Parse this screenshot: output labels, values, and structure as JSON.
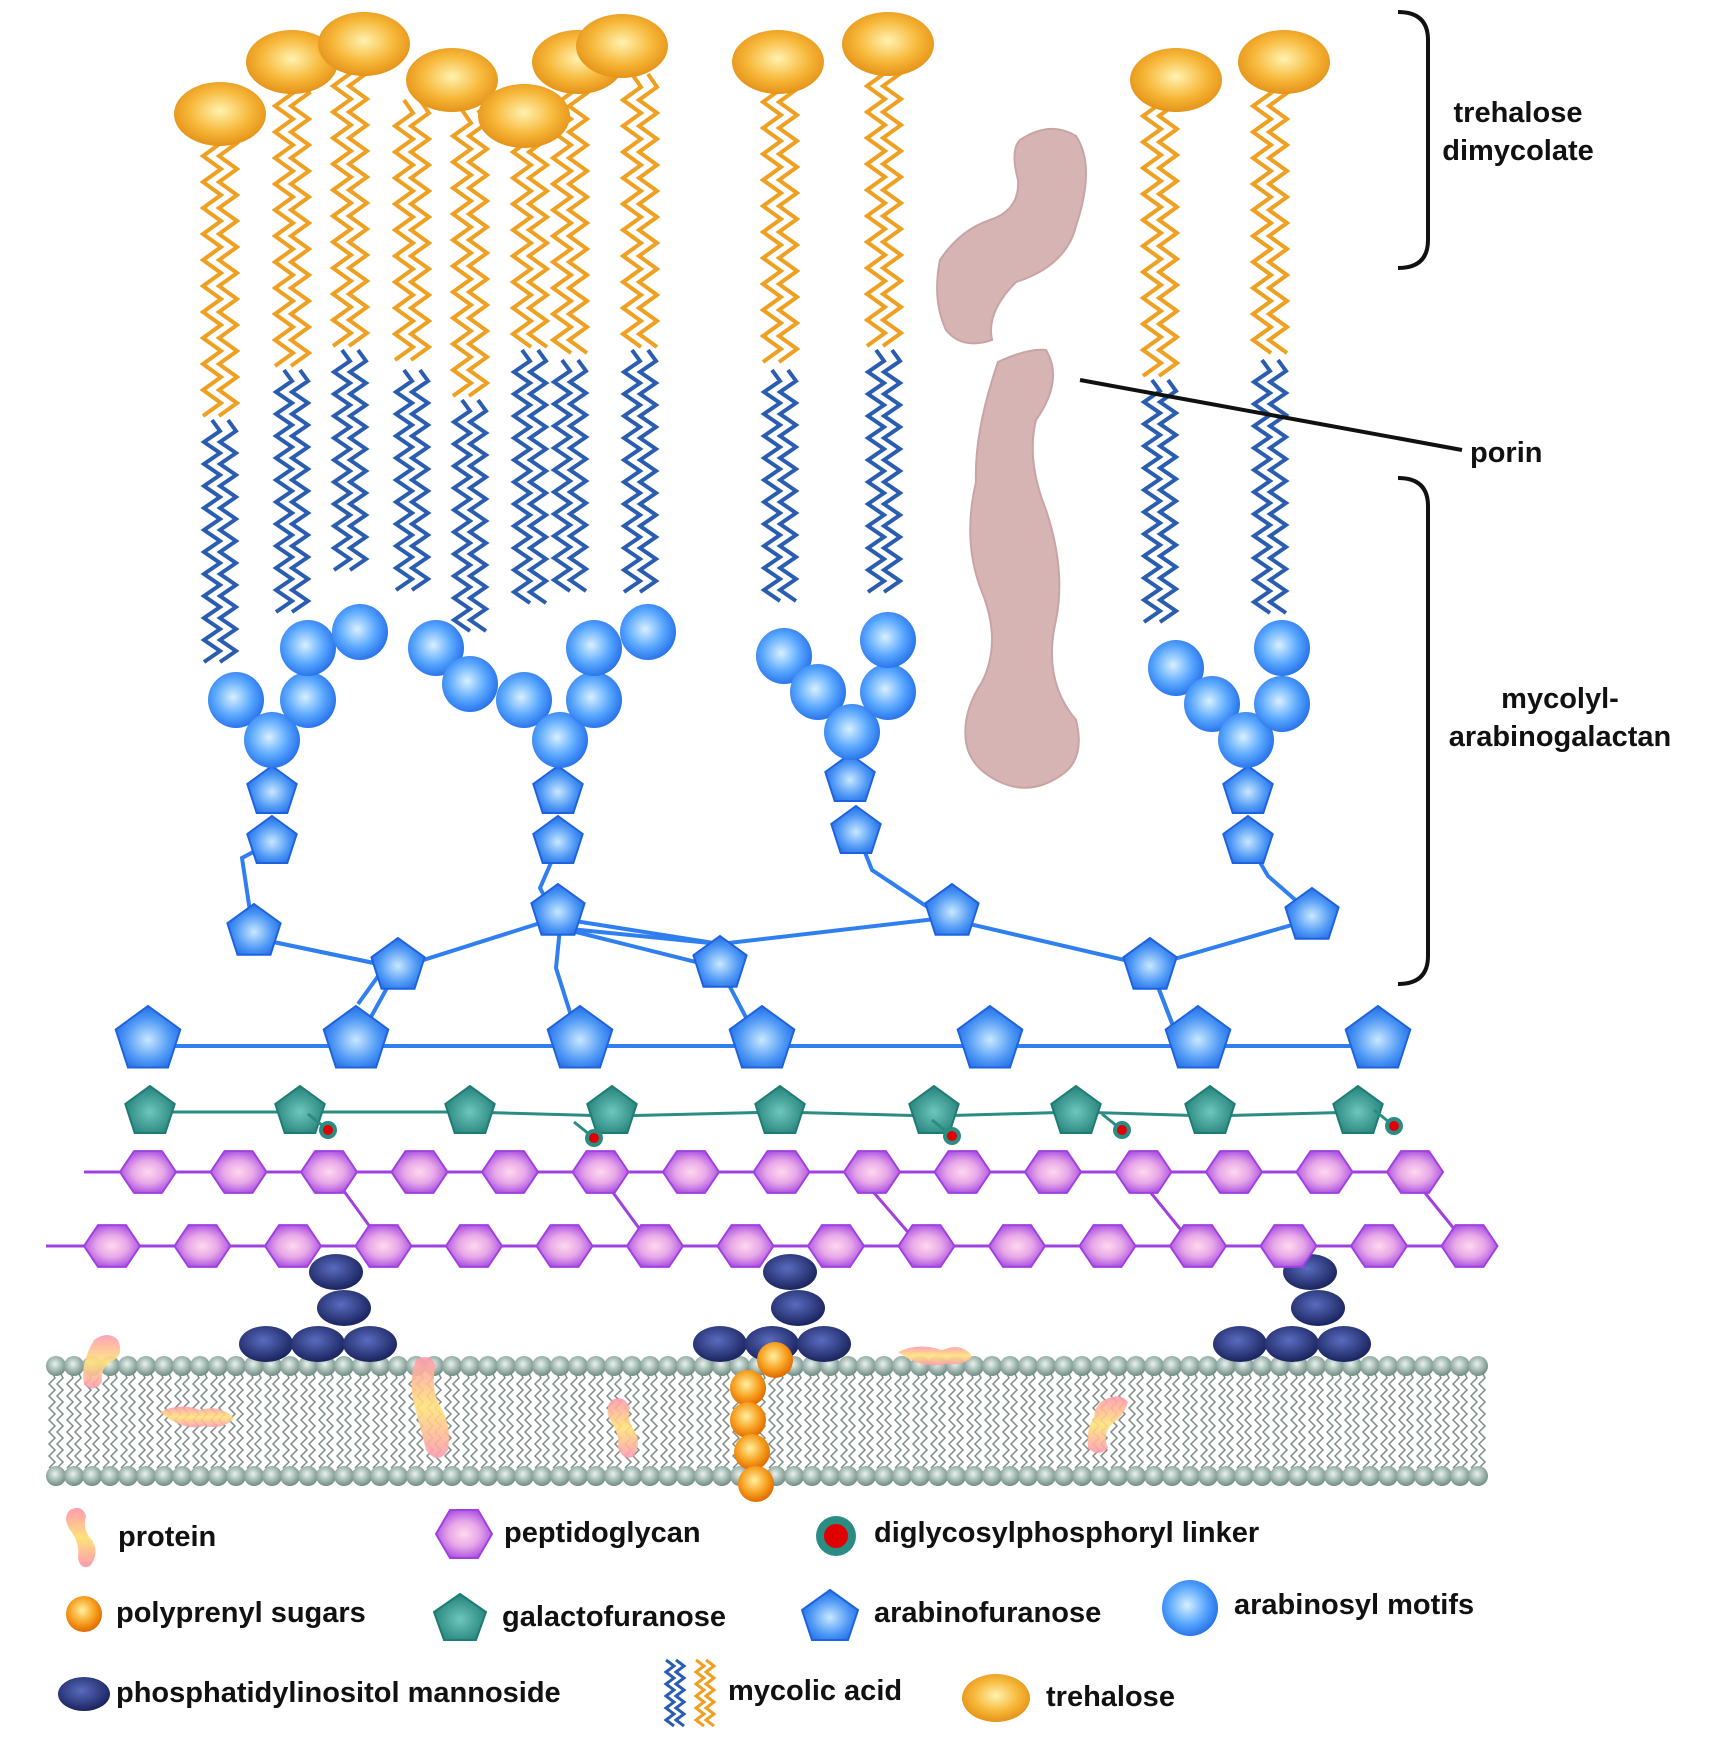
{
  "colors": {
    "trehalose": "#f5a623",
    "mycolic_orange": "#f0a020",
    "mycolic_blue": "#2a5db0",
    "arabinose": "#2f7ff0",
    "arabinose_light": "#a9d3ff",
    "galactose": "#2a9188",
    "peptidoglycan": "#a040e0",
    "peptidoglycan_light": "#ffc8e8",
    "pim": "#1d2a6b",
    "porin": "#d7b4b4",
    "linker": "#2a8c82",
    "linker_dot": "#e00000",
    "membrane_head": "#8fa8a0"
  },
  "labels": {
    "trehalose_dimycolate": [
      "trehalose",
      "dimycolate"
    ],
    "porin": "porin",
    "mycolyl_arabinogalactan": [
      "mycolyl-",
      "arabinogalactan"
    ]
  },
  "legend": [
    {
      "key": "protein",
      "icon": "protein-icon",
      "label": "protein"
    },
    {
      "key": "peptidoglycan",
      "icon": "hexagon-icon",
      "label": "peptidoglycan"
    },
    {
      "key": "linker",
      "icon": "linker-dot-icon",
      "label": "diglycosylphosphoryl linker"
    },
    {
      "key": "polyprenyl",
      "icon": "orange-ball-icon",
      "label": "polyprenyl sugars"
    },
    {
      "key": "galactofuranose",
      "icon": "teal-pentagon-icon",
      "label": "galactofuranose"
    },
    {
      "key": "arabinofuranose",
      "icon": "blue-pentagon-icon",
      "label": "arabinofuranose"
    },
    {
      "key": "arabinosyl",
      "icon": "blue-sphere-icon",
      "label": "arabinosyl motifs"
    },
    {
      "key": "pim",
      "icon": "dark-ellipse-icon",
      "label": "phosphatidylinositol mannoside"
    },
    {
      "key": "mycolic",
      "icon": "wavy-lines-icon",
      "label": "mycolic acid"
    },
    {
      "key": "trehalose",
      "icon": "orange-ellipse-icon",
      "label": "trehalose"
    }
  ]
}
